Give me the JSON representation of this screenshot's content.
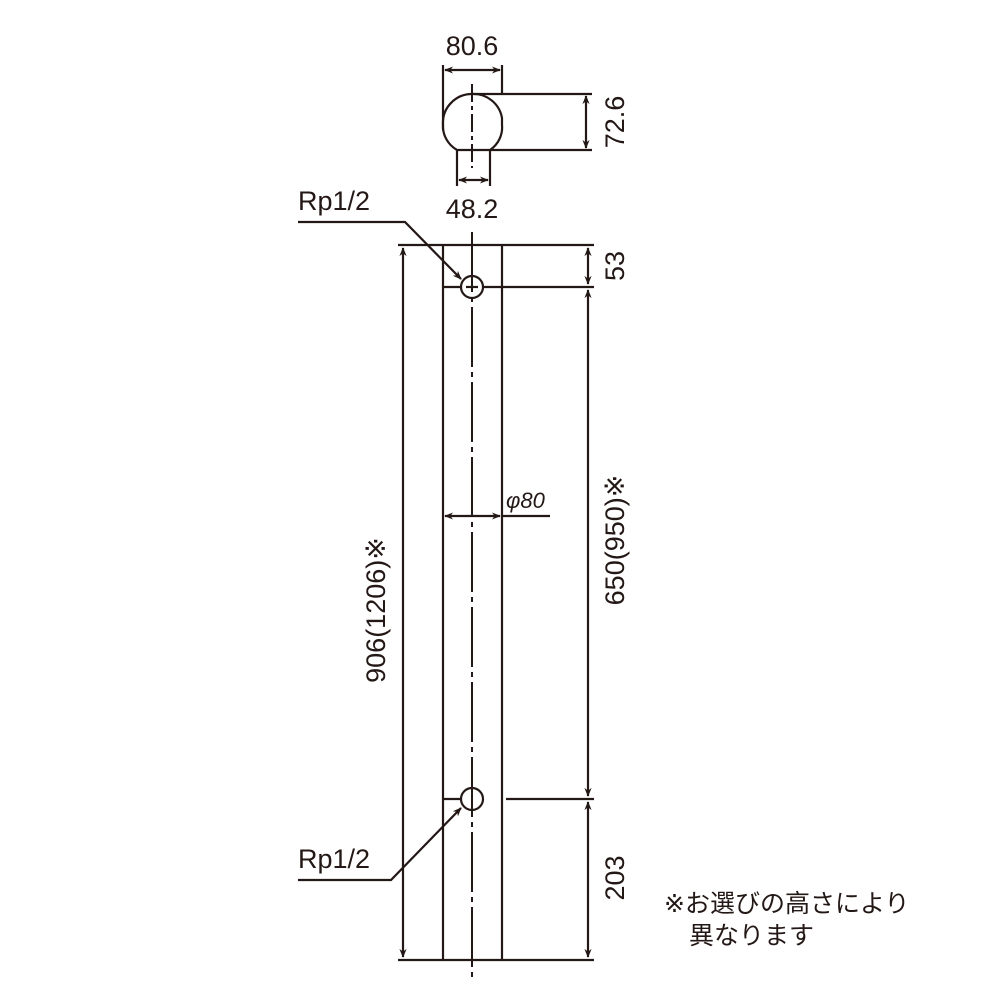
{
  "drawing": {
    "type": "technical-dimension-drawing",
    "line_color": "#231815",
    "top_view": {
      "width_label": "80.6",
      "height_label": "72.6",
      "stem_width_label": "48.2"
    },
    "front_view": {
      "top_offset_label": "53",
      "pipe_spacing_label": "650(950)※",
      "bottom_offset_label": "203",
      "total_height_label": "906(1206)※",
      "diameter_label": "φ80",
      "top_connection_label": "Rp1/2",
      "bottom_connection_label": "Rp1/2"
    },
    "note": {
      "line1": "※お選びの高さにより",
      "line2": "　異なります"
    }
  }
}
